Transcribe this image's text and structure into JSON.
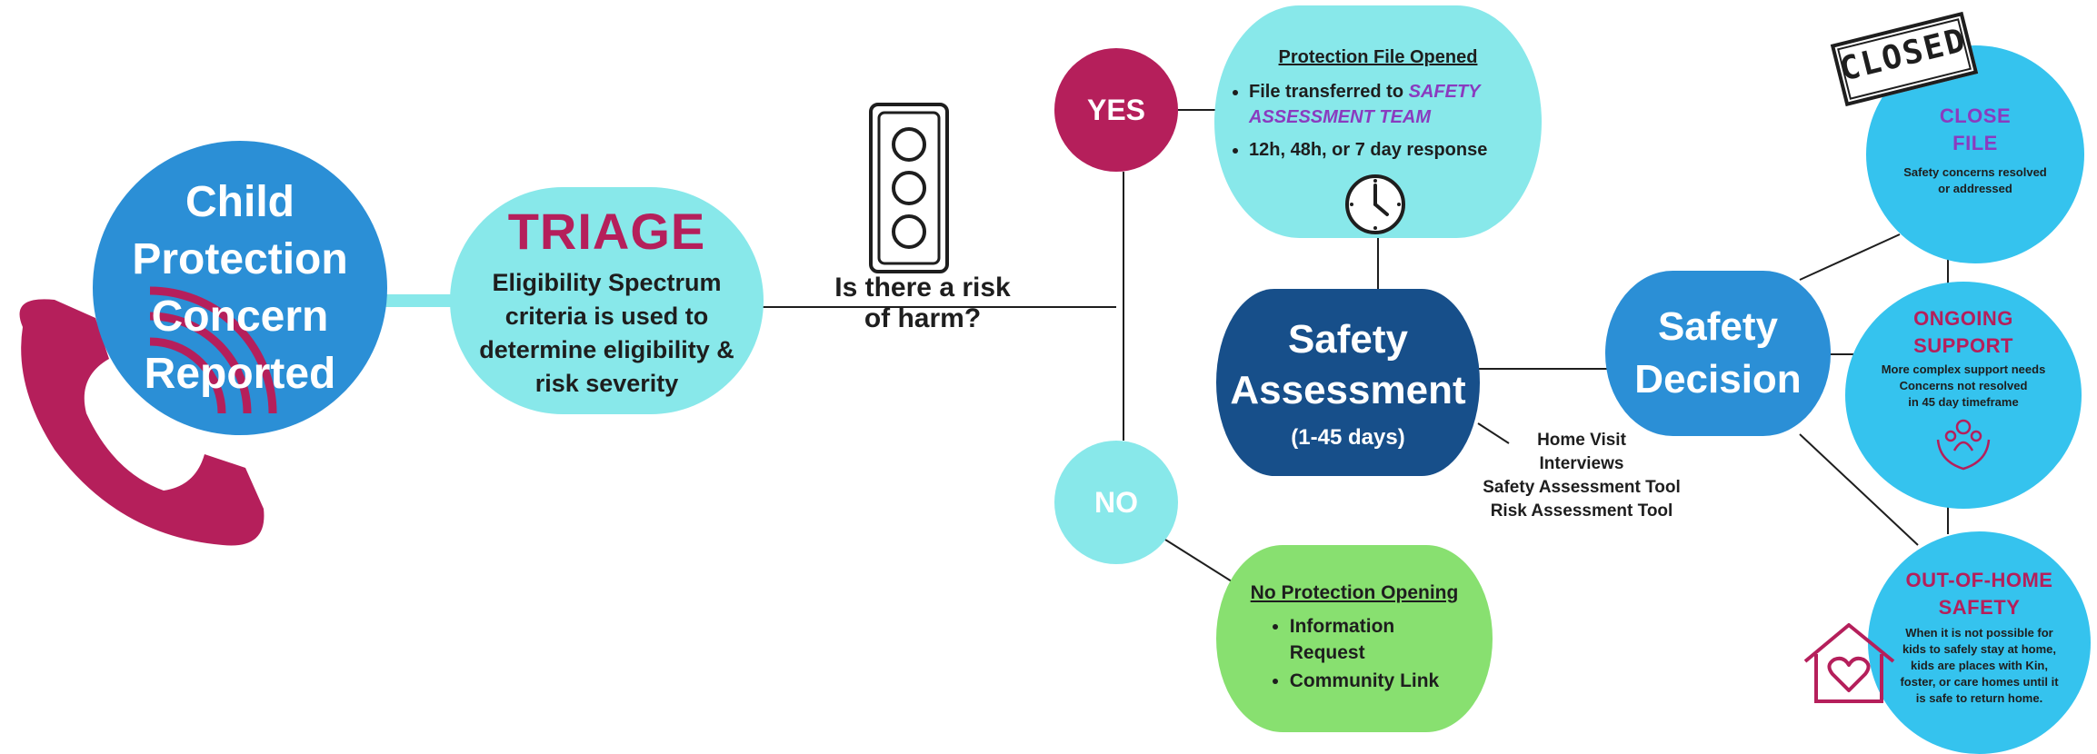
{
  "start": {
    "title_lines": [
      "Child",
      "Protection",
      "Concern",
      "Reported"
    ],
    "icon": "phone-icon"
  },
  "triage": {
    "title": "TRIAGE",
    "body_lines": [
      "Eligibility Spectrum",
      "criteria is used to",
      "determine eligibility &",
      "risk severity"
    ],
    "icon": "traffic-light-icon"
  },
  "question": {
    "lines": [
      "Is there a risk",
      "of harm?"
    ]
  },
  "yes": {
    "label": "YES"
  },
  "no": {
    "label": "NO"
  },
  "protection_file": {
    "heading": "Protection File Opened",
    "bullet1_prefix": "File transferred to",
    "bullet1_team": "SAFETY ASSESSMENT TEAM",
    "bullet2": "12h, 48h, or 7 day response",
    "icon": "clock-icon"
  },
  "safety_assessment": {
    "title_lines": [
      "Safety",
      "Assessment"
    ],
    "subtitle": "(1-45 days)"
  },
  "tools": {
    "lines": [
      "Home Visit",
      "Interviews",
      "Safety Assessment Tool",
      "Risk Assessment Tool"
    ]
  },
  "no_protection": {
    "heading": "No Protection Opening",
    "items": [
      "Information Request",
      "Community Link"
    ]
  },
  "safety_decision": {
    "title_lines": [
      "Safety",
      "Decision"
    ]
  },
  "close_file": {
    "stamp": "CLOSED",
    "heading_lines": [
      "CLOSE",
      "FILE"
    ],
    "body_lines": [
      "Safety concerns resolved",
      "or addressed"
    ]
  },
  "ongoing_support": {
    "heading_lines": [
      "ONGOING",
      "SUPPORT"
    ],
    "body_lines": [
      "More complex support needs",
      "Concerns not resolved",
      "in 45 day timeframe"
    ],
    "icon": "family-care-icon"
  },
  "out_of_home": {
    "heading_lines": [
      "OUT-OF-HOME",
      "SAFETY"
    ],
    "body_lines": [
      "When it is not possible for",
      "kids to safely stay at home,",
      "kids are places with Kin,",
      "foster, or care homes until it",
      "is safe to return home."
    ],
    "icon": "house-heart-icon"
  },
  "colors": {
    "blue": "#2b8fd6",
    "navy": "#174f8a",
    "cyan": "#88e8ea",
    "light_blue": "#35c3ee",
    "magenta": "#b51f5b",
    "purple": "#8a3bbf",
    "green": "#88e070"
  }
}
